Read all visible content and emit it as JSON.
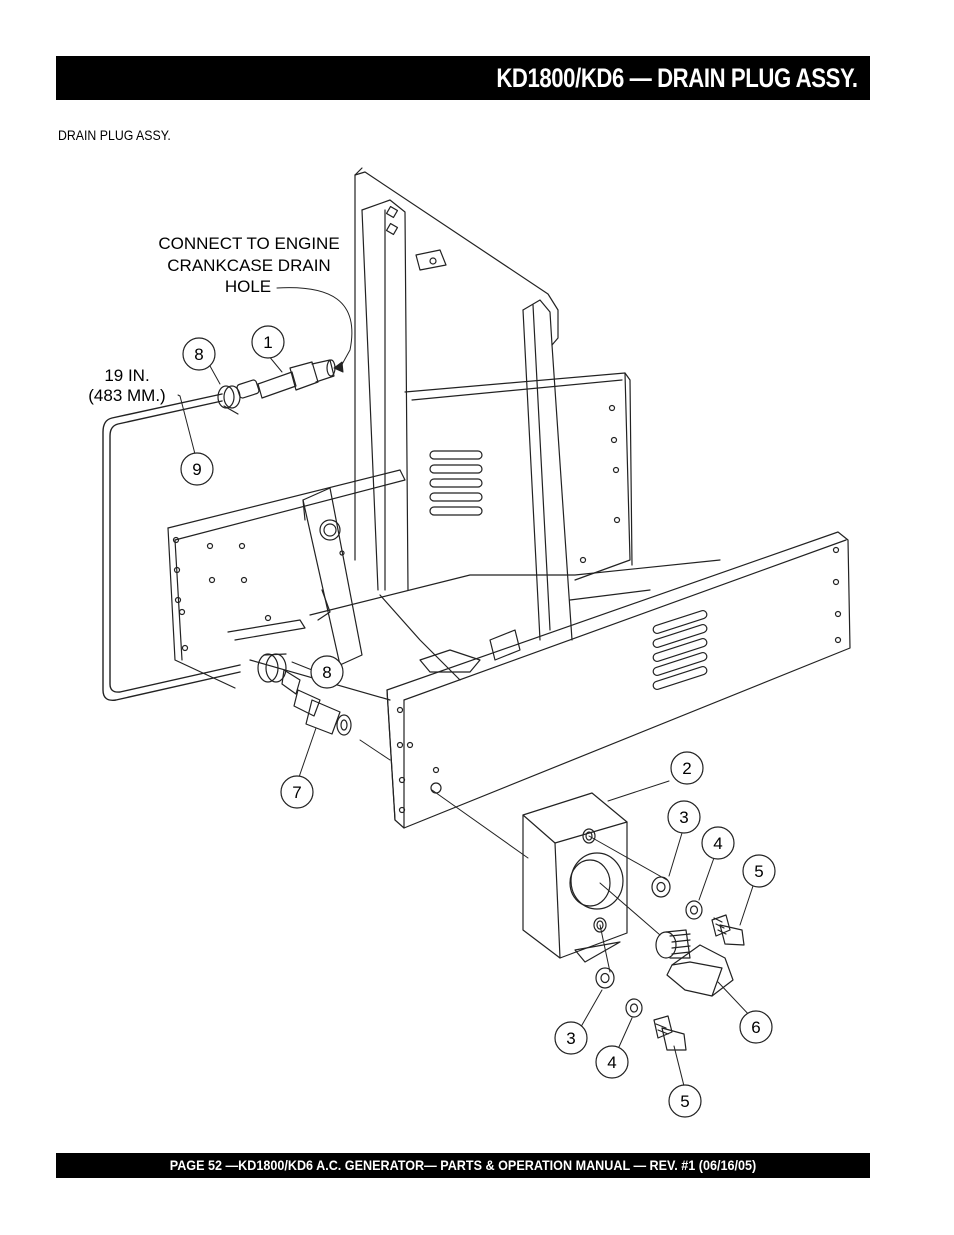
{
  "header": {
    "title": "KD1800/KD6 — DRAIN PLUG ASSY."
  },
  "section": {
    "label": "DRAIN PLUG ASSY."
  },
  "callouts": {
    "connect_line1": "CONNECT TO ENGINE",
    "connect_line2": "CRANKCASE DRAIN",
    "connect_line3": "HOLE",
    "length_line1": "19 IN.",
    "length_line2": "(483 MM.)"
  },
  "balloons": {
    "b1": "1",
    "b2": "2",
    "b3a": "3",
    "b3b": "3",
    "b4a": "4",
    "b4b": "4",
    "b5a": "5",
    "b5b": "5",
    "b6": "6",
    "b7": "7",
    "b8a": "8",
    "b8b": "8",
    "b9": "9"
  },
  "footer": {
    "text": "PAGE 52 —KD1800/KD6 A.C. GENERATOR— PARTS & OPERATION MANUAL — REV. #1 (06/16/05)"
  }
}
